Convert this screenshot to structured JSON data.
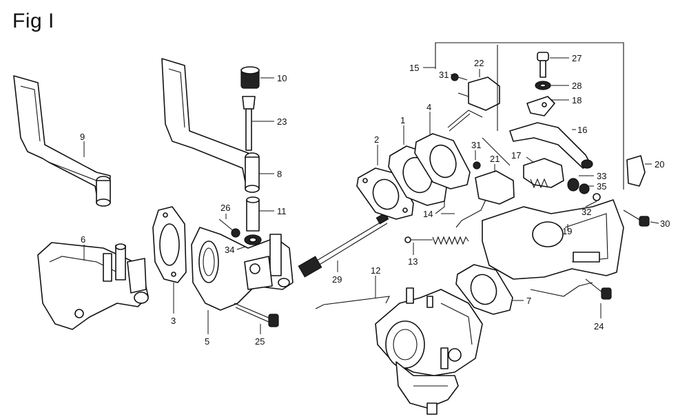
{
  "figure": {
    "title": "Fig I"
  },
  "callouts": [
    {
      "id": "9",
      "label": "9"
    },
    {
      "id": "10",
      "label": "10"
    },
    {
      "id": "23",
      "label": "23"
    },
    {
      "id": "8",
      "label": "8"
    },
    {
      "id": "11",
      "label": "11"
    },
    {
      "id": "26",
      "label": "26"
    },
    {
      "id": "34",
      "label": "34"
    },
    {
      "id": "6",
      "label": "6"
    },
    {
      "id": "3",
      "label": "3"
    },
    {
      "id": "5",
      "label": "5"
    },
    {
      "id": "25",
      "label": "25"
    },
    {
      "id": "29",
      "label": "29"
    },
    {
      "id": "12",
      "label": "12"
    },
    {
      "id": "2",
      "label": "2"
    },
    {
      "id": "1",
      "label": "1"
    },
    {
      "id": "4",
      "label": "4"
    },
    {
      "id": "15",
      "label": "15"
    },
    {
      "id": "31a",
      "label": "31"
    },
    {
      "id": "22",
      "label": "22"
    },
    {
      "id": "27",
      "label": "27"
    },
    {
      "id": "28",
      "label": "28"
    },
    {
      "id": "18",
      "label": "18"
    },
    {
      "id": "16",
      "label": "16"
    },
    {
      "id": "31b",
      "label": "31"
    },
    {
      "id": "21",
      "label": "21"
    },
    {
      "id": "17",
      "label": "17"
    },
    {
      "id": "20",
      "label": "20"
    },
    {
      "id": "33",
      "label": "33"
    },
    {
      "id": "35",
      "label": "35"
    },
    {
      "id": "32",
      "label": "32"
    },
    {
      "id": "14",
      "label": "14"
    },
    {
      "id": "13",
      "label": "13"
    },
    {
      "id": "19",
      "label": "19"
    },
    {
      "id": "30",
      "label": "30"
    },
    {
      "id": "7",
      "label": "7"
    },
    {
      "id": "24",
      "label": "24"
    }
  ]
}
